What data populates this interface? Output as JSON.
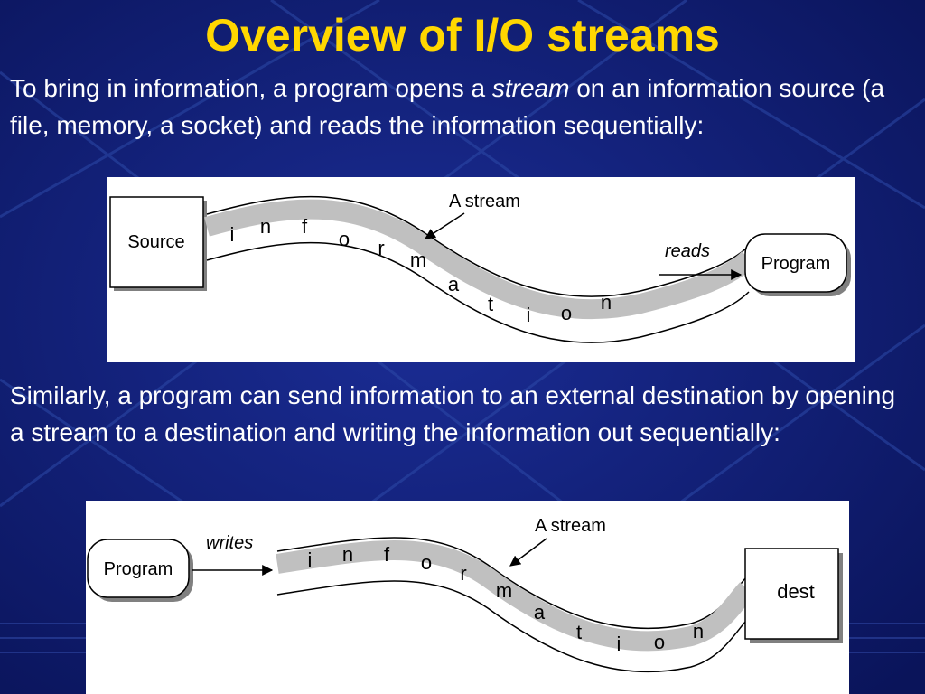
{
  "slide": {
    "title": "Overview of I/O streams",
    "para1": {
      "before": "To bring in information, a program opens a ",
      "emphasis": "stream",
      "after": " on an information source (a file, memory, a socket) and reads the information sequentially:"
    },
    "para2": "Similarly, a program can send information to an external destination by opening a stream to a destination and writing the information out sequentially:"
  },
  "diagram_read": {
    "source_label": "Source",
    "stream_label": "A stream",
    "action_label": "reads",
    "program_label": "Program",
    "stream_letters": [
      "i",
      "n",
      "f",
      "o",
      "r",
      "m",
      "a",
      "t",
      "i",
      "o",
      "n"
    ]
  },
  "diagram_write": {
    "program_label": "Program",
    "action_label": "writes",
    "stream_label": "A stream",
    "dest_label": "dest",
    "stream_letters": [
      "i",
      "n",
      "f",
      "o",
      "r",
      "m",
      "a",
      "t",
      "i",
      "o",
      "n"
    ]
  },
  "colors": {
    "background": "#0d1a6e",
    "title": "#ffd700",
    "text": "#ffffff",
    "stream_band": "#c0c0c0"
  }
}
